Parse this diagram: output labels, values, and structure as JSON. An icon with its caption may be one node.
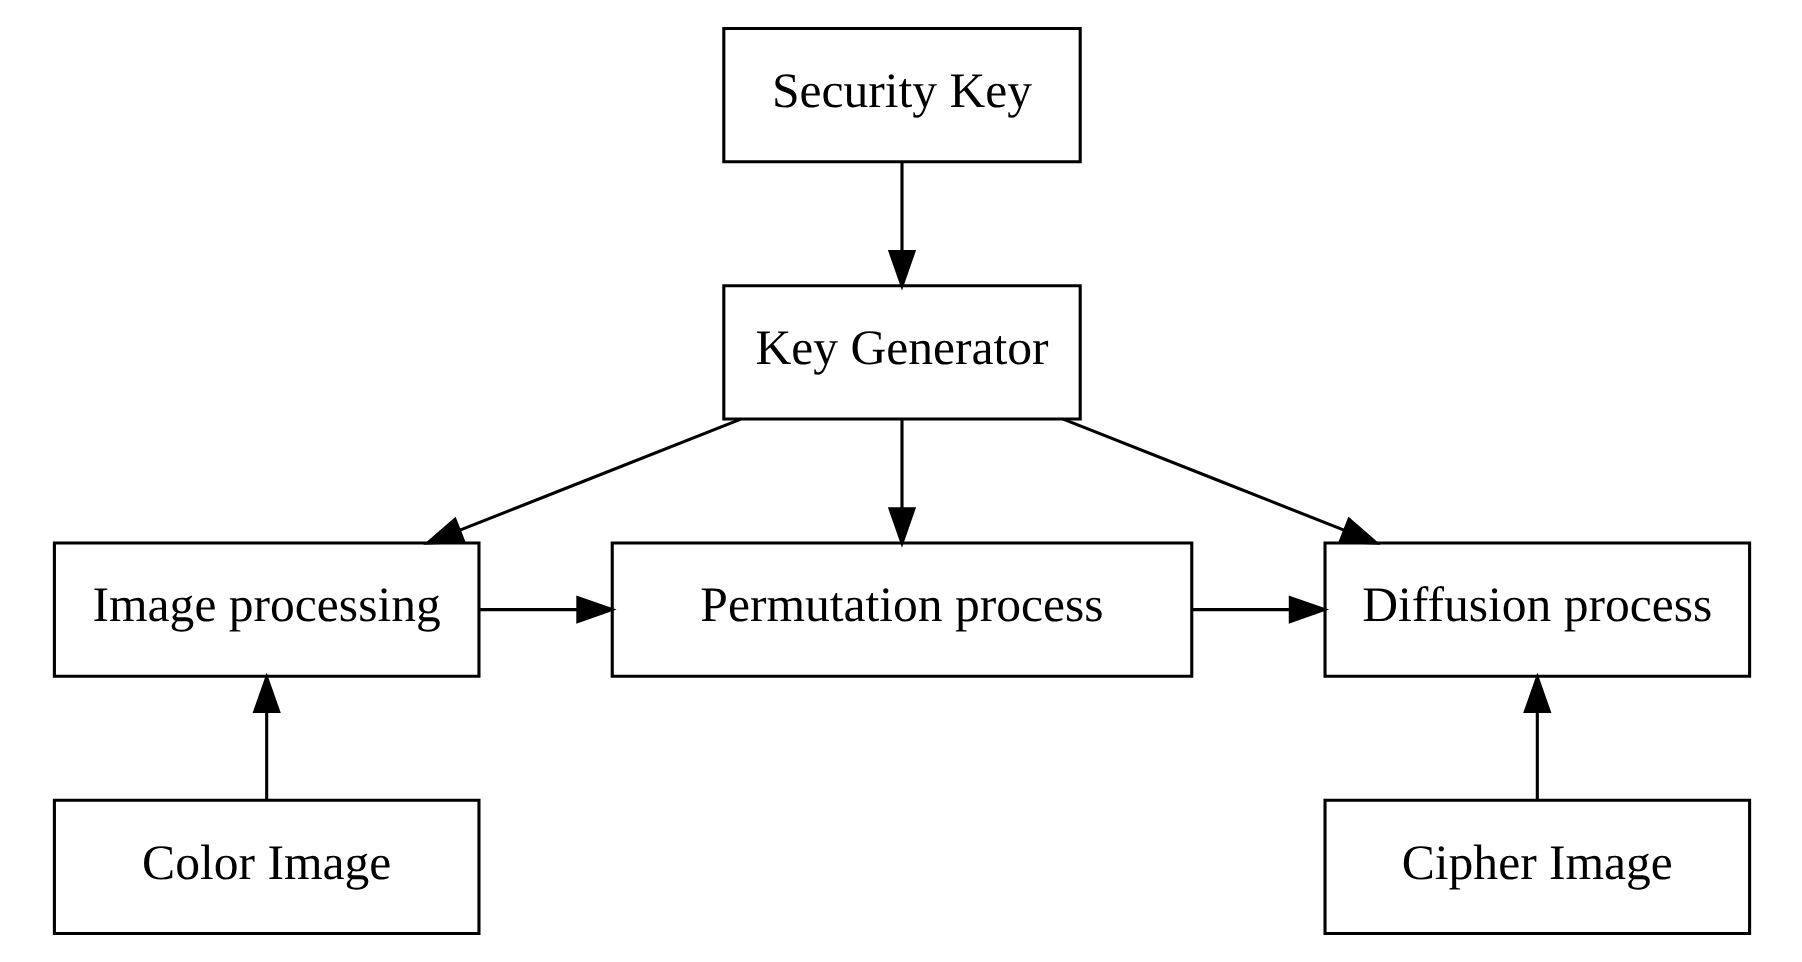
{
  "diagram": {
    "nodes": [
      {
        "text": [
          "Security Key"
        ]
      },
      {
        "text": [
          "Key Generator"
        ]
      },
      {
        "text": [
          "Image processing"
        ]
      },
      {
        "text": [
          "Permutation process"
        ]
      },
      {
        "text": [
          "Diffusion process"
        ]
      },
      {
        "text": [
          "Color Image"
        ]
      },
      {
        "text": [
          "Cipher Image"
        ]
      }
    ],
    "edges": [
      {
        "from": 0,
        "to": 1,
        "arrow": "to"
      },
      {
        "from": 1,
        "to": 2,
        "arrow": "to"
      },
      {
        "from": 1,
        "to": 3,
        "arrow": "to"
      },
      {
        "from": 1,
        "to": 4,
        "arrow": "to"
      },
      {
        "from": 2,
        "to": 3,
        "arrow": "to"
      },
      {
        "from": 3,
        "to": 4,
        "arrow": "to"
      },
      {
        "from": 5,
        "to": 2,
        "arrow": "to"
      },
      {
        "from": 6,
        "to": 4,
        "arrow": "to"
      }
    ]
  }
}
